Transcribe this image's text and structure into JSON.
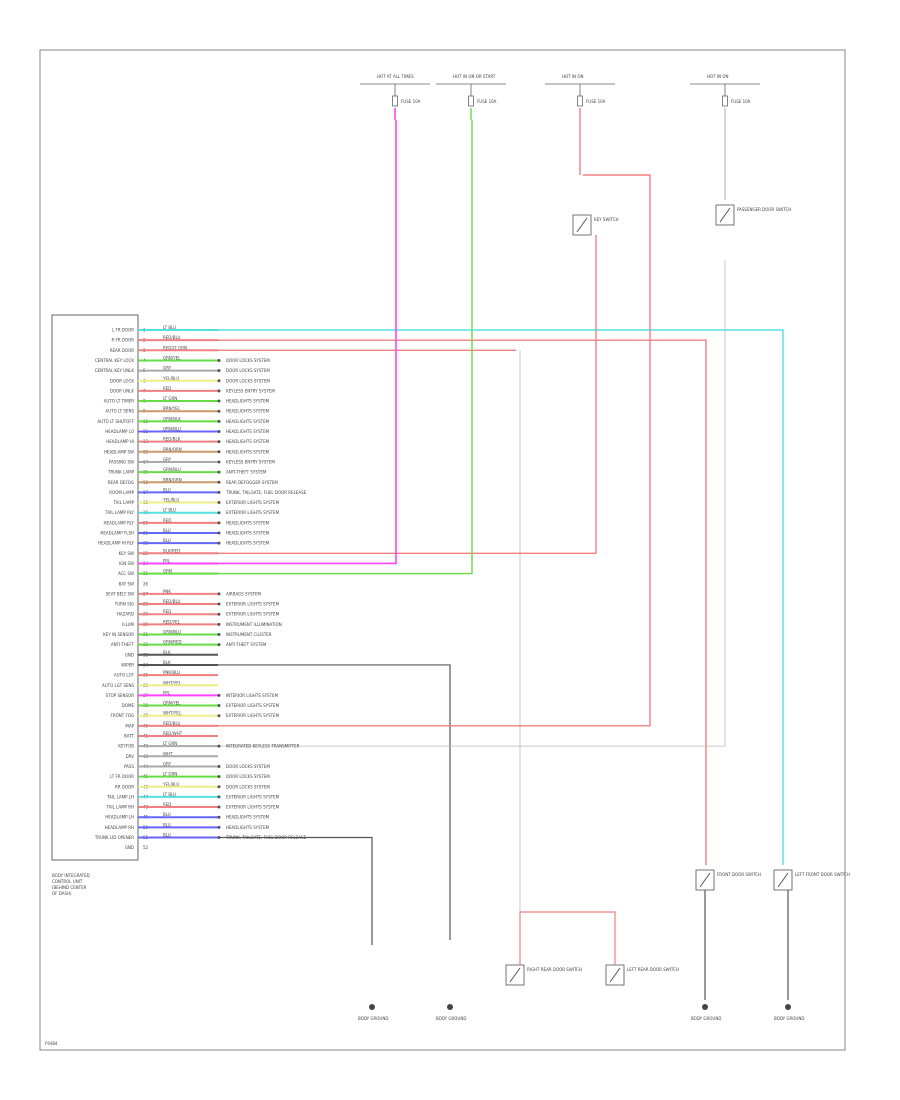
{
  "diagram": {
    "page_code": "F9484",
    "module_caption": [
      "BODY INTEGRATED",
      "CONTROL UNIT",
      "(BEHIND CENTER",
      "OF DASH)"
    ],
    "colors": {
      "frame": "#777777",
      "wire_black": "#555555",
      "wire_red": "#f08080",
      "wire_magenta": "#ff44ff",
      "wire_green": "#66dd44",
      "wire_cyan": "#55e0e0",
      "wire_yellow": "#eeee88",
      "wire_blue": "#6666ff",
      "wire_brown": "#cc9966",
      "wire_gray": "#aaaaaa",
      "text": "#444444"
    },
    "power_sources": [
      {
        "id": "A",
        "label": "HOT AT ALL TIMES",
        "fuse": "FUSE 10A"
      },
      {
        "id": "B",
        "label": "HOT IN ON OR START",
        "fuse": "FUSE 10A"
      },
      {
        "id": "C",
        "label": "HOT IN ON",
        "fuse": "FUSE 10A"
      },
      {
        "id": "D",
        "label": "HOT IN ON",
        "fuse": "FUSE 10A"
      }
    ],
    "switches": [
      {
        "id": "keysw",
        "label": "KEY SWITCH"
      },
      {
        "id": "passenger",
        "label": "PASSENGER DOOR SWITCH"
      },
      {
        "id": "rear_rh",
        "label": "RIGHT REAR DOOR SWITCH"
      },
      {
        "id": "rear_lh",
        "label": "LEFT REAR DOOR SWITCH"
      },
      {
        "id": "front_rh",
        "label": "FRONT DOOR SWITCH"
      },
      {
        "id": "front_lh",
        "label": "LEFT FRONT DOOR SWITCH"
      }
    ],
    "grounds": [
      {
        "id": "g1",
        "label": "BODY GROUND"
      },
      {
        "id": "g2",
        "label": "BODY GROUND"
      },
      {
        "id": "g3",
        "label": "BODY GROUND"
      },
      {
        "id": "g4",
        "label": "BODY GROUND"
      }
    ],
    "connector_pins": [
      {
        "name": "L FR DOOR",
        "pin": "1",
        "color_label": "LT BLU",
        "wire": "cyan",
        "dest": ""
      },
      {
        "name": "R FR DOOR",
        "pin": "2",
        "color_label": "RED/BLU",
        "wire": "red",
        "dest": ""
      },
      {
        "name": "REAR DOOR",
        "pin": "3",
        "color_label": "RED/LT GRN",
        "wire": "red",
        "dest": ""
      },
      {
        "name": "CENTRAL KEY LOCK",
        "pin": "4",
        "color_label": "GRN/YEL",
        "wire": "green",
        "dest": "DOOR LOCKS SYSTEM"
      },
      {
        "name": "CENTRAL KEY UNLK",
        "pin": "5",
        "color_label": "GRY",
        "wire": "gray",
        "dest": "DOOR LOCKS SYSTEM"
      },
      {
        "name": "DOOR LOCK",
        "pin": "6",
        "color_label": "YEL/BLU",
        "wire": "yellow",
        "dest": "DOOR LOCKS SYSTEM"
      },
      {
        "name": "DOOR UNLK",
        "pin": "7",
        "color_label": "RED",
        "wire": "red",
        "dest": "KEYLESS ENTRY SYSTEM"
      },
      {
        "name": "AUTO LT TIMER",
        "pin": "8",
        "color_label": "LT GRN",
        "wire": "green",
        "dest": "HEADLIGHTS SYSTEM"
      },
      {
        "name": "AUTO LT SENS",
        "pin": "9",
        "color_label": "BRN/YEL",
        "wire": "brown",
        "dest": "HEADLIGHTS SYSTEM"
      },
      {
        "name": "AUTO LT SHUTOFF",
        "pin": "10",
        "color_label": "GRN/BLK",
        "wire": "green",
        "dest": "HEADLIGHTS SYSTEM"
      },
      {
        "name": "HEADLAMP LO",
        "pin": "11",
        "color_label": "ORN/BLU",
        "wire": "blue",
        "dest": "HEADLIGHTS SYSTEM"
      },
      {
        "name": "HEADLAMP HI",
        "pin": "12",
        "color_label": "RED/BLK",
        "wire": "red",
        "dest": "HEADLIGHTS SYSTEM"
      },
      {
        "name": "HEADLAMP SW",
        "pin": "13",
        "color_label": "BRN/ORN",
        "wire": "brown",
        "dest": "HEADLIGHTS SYSTEM"
      },
      {
        "name": "PASSING SW",
        "pin": "14",
        "color_label": "GRY",
        "wire": "gray",
        "dest": "KEYLESS ENTRY SYSTEM"
      },
      {
        "name": "TRUNK LAMP",
        "pin": "15",
        "color_label": "GRN/BLU",
        "wire": "green",
        "dest": "ANTI-THEFT SYSTEM"
      },
      {
        "name": "REAR DEFOG",
        "pin": "16",
        "color_label": "BRN/GRN",
        "wire": "brown",
        "dest": "REAR DEFOGGER SYSTEM"
      },
      {
        "name": "ROOM LAMP",
        "pin": "17",
        "color_label": "BLU",
        "wire": "blue",
        "dest": "TRUNK, TAILGATE, FUEL DOOR RELEASE"
      },
      {
        "name": "TAIL LAMP",
        "pin": "18",
        "color_label": "YEL/BLU",
        "wire": "yellow",
        "dest": "EXTERIOR LIGHTS SYSTEM"
      },
      {
        "name": "TAIL LAMP RLY",
        "pin": "19",
        "color_label": "LT BLU",
        "wire": "cyan",
        "dest": "EXTERIOR LIGHTS SYSTEM"
      },
      {
        "name": "HEADLAMP RLY",
        "pin": "20",
        "color_label": "RED",
        "wire": "red",
        "dest": "HEADLIGHTS SYSTEM"
      },
      {
        "name": "HEADLAMP FLSH",
        "pin": "21",
        "color_label": "BLU",
        "wire": "blue",
        "dest": "HEADLIGHTS SYSTEM"
      },
      {
        "name": "HEADLAMP HI RLY",
        "pin": "22",
        "color_label": "BLU",
        "wire": "blue",
        "dest": "HEADLIGHTS SYSTEM"
      },
      {
        "name": "KEY SW",
        "pin": "23",
        "color_label": "BLK/RED",
        "wire": "red",
        "dest": ""
      },
      {
        "name": "IGN SW",
        "pin": "24",
        "color_label": "PPL",
        "wire": "magenta",
        "dest": ""
      },
      {
        "name": "ACC SW",
        "pin": "25",
        "color_label": "GRN",
        "wire": "green",
        "dest": ""
      },
      {
        "name": "BAT SW",
        "pin": "26",
        "color_label": "",
        "wire": "none",
        "dest": ""
      },
      {
        "name": "SEAT BELT SW",
        "pin": "27",
        "color_label": "PNK",
        "wire": "red",
        "dest": "AIRBAGS SYSTEM"
      },
      {
        "name": "TURN SIG",
        "pin": "28",
        "color_label": "RED/BLU",
        "wire": "red",
        "dest": "EXTERIOR LIGHTS SYSTEM"
      },
      {
        "name": "HAZARD",
        "pin": "29",
        "color_label": "RED",
        "wire": "red",
        "dest": "EXTERIOR LIGHTS SYSTEM"
      },
      {
        "name": "ILLUM",
        "pin": "30",
        "color_label": "RED/YEL",
        "wire": "red",
        "dest": "INSTRUMENT ILLUMINATION"
      },
      {
        "name": "KEY IN SENSOR",
        "pin": "31",
        "color_label": "GRN/BLU",
        "wire": "green",
        "dest": "INSTRUMENT CLUSTER"
      },
      {
        "name": "ANTI-THEFT",
        "pin": "32",
        "color_label": "GRN/RED",
        "wire": "green",
        "dest": "ANTI-THEFT SYSTEM"
      },
      {
        "name": "GND",
        "pin": "33",
        "color_label": "BLK",
        "wire": "black",
        "dest": ""
      },
      {
        "name": "WIPER",
        "pin": "34",
        "color_label": "BLK",
        "wire": "black",
        "dest": ""
      },
      {
        "name": "AUTO LGT",
        "pin": "35",
        "color_label": "PNK/BLU",
        "wire": "red",
        "dest": ""
      },
      {
        "name": "AUTO LGT SENS",
        "pin": "36",
        "color_label": "WHT/YEL",
        "wire": "yellow",
        "dest": ""
      },
      {
        "name": "STOP SENSOR",
        "pin": "37",
        "color_label": "PPL",
        "wire": "magenta",
        "dest": "INTERIOR LIGHTS SYSTEM"
      },
      {
        "name": "DOME",
        "pin": "38",
        "color_label": "GRN/YEL",
        "wire": "green",
        "dest": "EXTERIOR LIGHTS SYSTEM"
      },
      {
        "name": "FRONT FOG",
        "pin": "39",
        "color_label": "WHT/YEL",
        "wire": "yellow",
        "dest": "EXTERIOR LIGHTS SYSTEM"
      },
      {
        "name": "MAP",
        "pin": "40",
        "color_label": "RED/BLU",
        "wire": "red",
        "dest": ""
      },
      {
        "name": "BATT",
        "pin": "41",
        "color_label": "RED/WHT",
        "wire": "red",
        "dest": ""
      },
      {
        "name": "KEYFOB",
        "pin": "42",
        "color_label": "LT GRN",
        "wire": "gray",
        "dest": "INTEGRATED KEYLESS TRANSMITTER"
      },
      {
        "name": "DRV",
        "pin": "43",
        "color_label": "WHT",
        "wire": "gray",
        "dest": ""
      },
      {
        "name": "PASS",
        "pin": "44",
        "color_label": "GRY",
        "wire": "gray",
        "dest": "DOOR LOCKS SYSTEM"
      },
      {
        "name": "LT FR DOOR",
        "pin": "45",
        "color_label": "LT GRN",
        "wire": "green",
        "dest": "DOOR LOCKS SYSTEM"
      },
      {
        "name": "RR DOOR",
        "pin": "46",
        "color_label": "YEL/BLU",
        "wire": "yellow",
        "dest": "DOOR LOCKS SYSTEM"
      },
      {
        "name": "TAIL LAMP LH",
        "pin": "47",
        "color_label": "LT BLU",
        "wire": "cyan",
        "dest": "EXTERIOR LIGHTS SYSTEM"
      },
      {
        "name": "TAIL LAMP RH",
        "pin": "48",
        "color_label": "RED",
        "wire": "red",
        "dest": "EXTERIOR LIGHTS SYSTEM"
      },
      {
        "name": "HEADLAMP LH",
        "pin": "49",
        "color_label": "BLU",
        "wire": "blue",
        "dest": "HEADLIGHTS SYSTEM"
      },
      {
        "name": "HEADLAMP RH",
        "pin": "50",
        "color_label": "BLU",
        "wire": "blue",
        "dest": "HEADLIGHTS SYSTEM"
      },
      {
        "name": "TRUNK LID OPENER",
        "pin": "51",
        "color_label": "BLU",
        "wire": "blue",
        "dest": "TRUNK, TAILGATE, FUEL DOOR RELEASE"
      },
      {
        "name": "GND",
        "pin": "52",
        "color_label": "",
        "wire": "none",
        "dest": ""
      }
    ]
  }
}
